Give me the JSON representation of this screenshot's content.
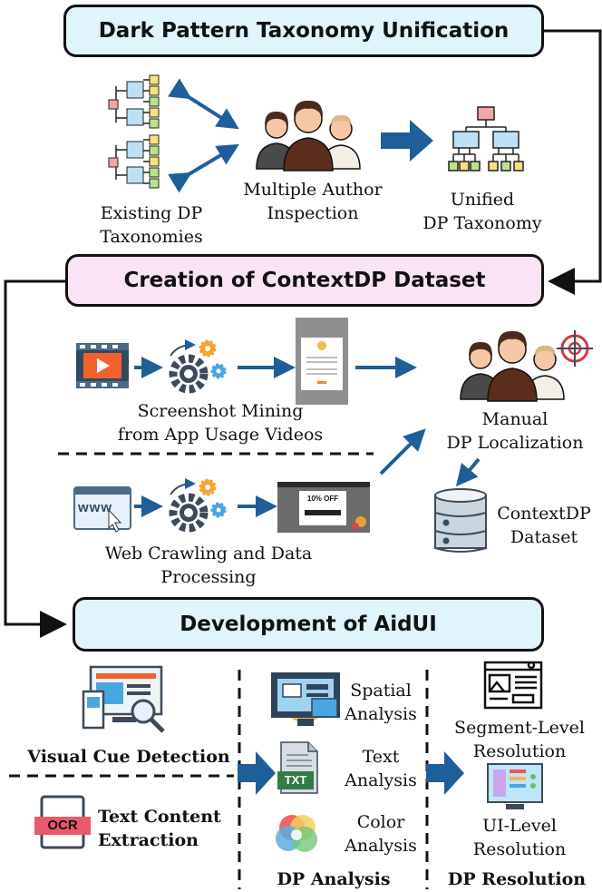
{
  "stages": {
    "taxonomy_title": "Dark Pattern Taxonomy Unification",
    "dataset_title": "Creation of ContextDP Dataset",
    "aidui_title": "Development of AidUI"
  },
  "taxonomy": {
    "existing": "Existing DP\nTaxonomies",
    "inspection": "Multiple Author\nInspection",
    "unified": "Unified\nDP Taxonomy"
  },
  "dataset": {
    "screenshot_mining": "Screenshot Mining\nfrom App Usage Videos",
    "web_crawling": "Web Crawling and Data\nProcessing",
    "manual": "Manual\nDP Localization",
    "contextdp": "ContextDP\nDataset",
    "thumb_offer": "10% OFF",
    "www": "www"
  },
  "aidui": {
    "visual_cue": "Visual Cue Detection",
    "text_content": "Text Content\nExtraction",
    "ocr": "OCR",
    "spatial": "Spatial\nAnalysis",
    "text_analysis": "Text\nAnalysis",
    "color_analysis": "Color\nAnalysis",
    "txt": "TXT",
    "dp_analysis": "DP Analysis",
    "segment": "Segment-Level\nResolution",
    "ui_level": "UI-Level\nResolution",
    "dp_resolution": "DP Resolution"
  },
  "colors": {
    "arrow_blue": "#1f5f99",
    "taxonomy_fill": "#dff4fb",
    "dataset_fill": "#fbe3f6",
    "aidui_fill": "#dff4fb"
  }
}
